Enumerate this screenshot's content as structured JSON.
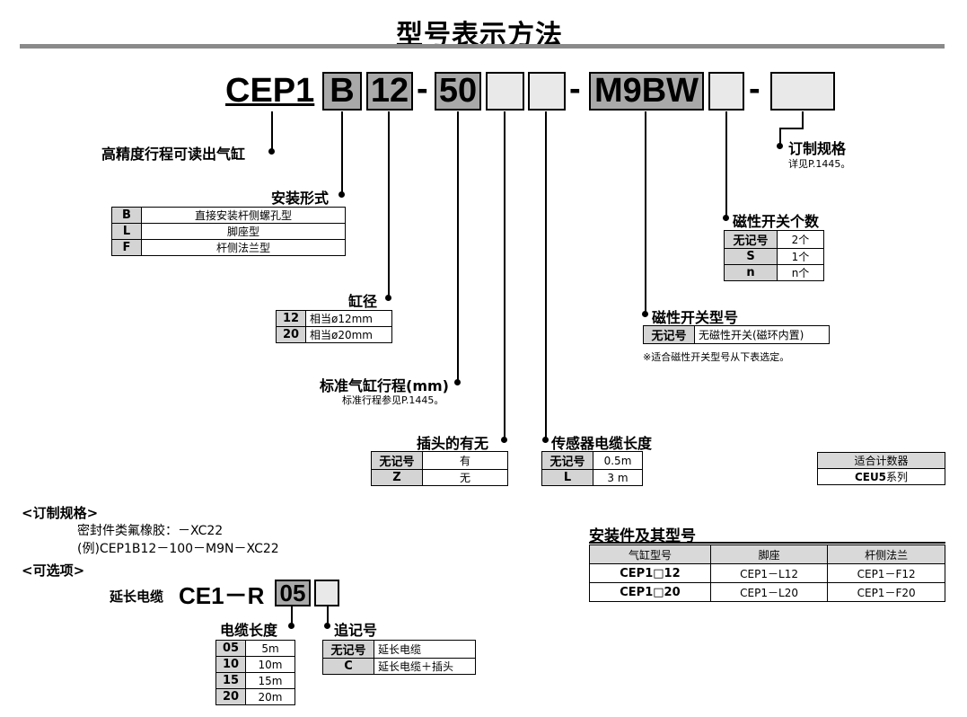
{
  "title": "型号表示方法",
  "code": {
    "prefix": "CEP1",
    "b": "B",
    "bore": "12",
    "dash1": "-",
    "stroke": "50",
    "dash2": "-",
    "switch": "M9BW",
    "dash3": "-"
  },
  "labels": {
    "main": "高精度行程可读出气缸",
    "mount": "安装形式",
    "bore": "缸径",
    "stroke": "标准气缸行程(mm)",
    "stroke_note": "标准行程参见P.1445。",
    "plug": "插头的有无",
    "sensor_cable": "传感器电缆长度",
    "custom": "订制规格",
    "custom_note": "详见P.1445。",
    "switch_count": "磁性开关个数",
    "switch_model": "磁性开关型号",
    "switch_note": "※适合磁性开关型号从下表选定。"
  },
  "mount_table": [
    {
      "key": "B",
      "val": "直接安装杆侧螺孔型"
    },
    {
      "key": "L",
      "val": "脚座型"
    },
    {
      "key": "F",
      "val": "杆侧法兰型"
    }
  ],
  "bore_table": [
    {
      "key": "12",
      "val": "相当ø12mm"
    },
    {
      "key": "20",
      "val": "相当ø20mm"
    }
  ],
  "plug_table": [
    {
      "key": "无记号",
      "val": "有"
    },
    {
      "key": "Z",
      "val": "无"
    }
  ],
  "cable_table": [
    {
      "key": "无记号",
      "val": "0.5m"
    },
    {
      "key": "L",
      "val": "3 m"
    }
  ],
  "count_table": [
    {
      "key": "无记号",
      "val": "2个"
    },
    {
      "key": "S",
      "val": "1个"
    },
    {
      "key": "n",
      "val": "n个"
    }
  ],
  "switch_table": [
    {
      "key": "无记号",
      "val": "无磁性开关(磁环内置)"
    }
  ],
  "counter": {
    "header": "适合计数器",
    "value_bold": "CEU5",
    "value_suffix": "系列"
  },
  "custom_spec": {
    "heading": "<订制规格>",
    "line1": "密封件类氟橡胶：－XC22",
    "line2": "(例)CEP1B12－100－M9N－XC22"
  },
  "options": {
    "heading": "<可选项>",
    "cable_label": "延长电缆",
    "code_prefix": "CE1－R",
    "code_len": "05",
    "len_label": "电缆长度",
    "suffix_label": "追记号",
    "len_table": [
      {
        "key": "05",
        "val": "5m"
      },
      {
        "key": "10",
        "val": "10m"
      },
      {
        "key": "15",
        "val": "15m"
      },
      {
        "key": "20",
        "val": "20m"
      }
    ],
    "suffix_table": [
      {
        "key": "无记号",
        "val": "延长电缆"
      },
      {
        "key": "C",
        "val": "延长电缆＋插头"
      }
    ]
  },
  "mounting": {
    "heading": "安装件及其型号",
    "headers": [
      "气缸型号",
      "脚座",
      "杆侧法兰"
    ],
    "rows": [
      [
        "CEP1□12",
        "CEP1－L12",
        "CEP1－F12"
      ],
      [
        "CEP1□20",
        "CEP1－L20",
        "CEP1－F20"
      ]
    ]
  }
}
